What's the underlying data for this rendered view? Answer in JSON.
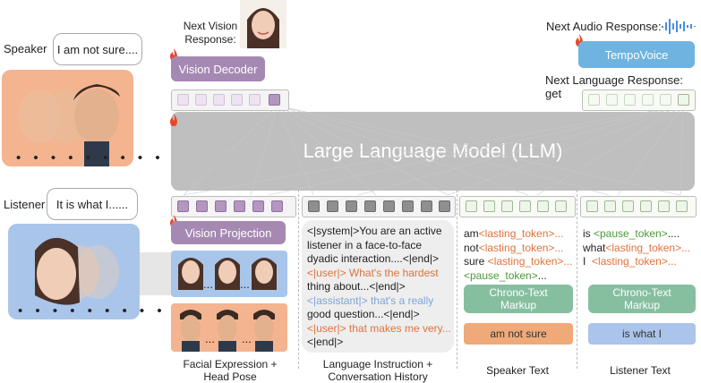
{
  "speaker": {
    "label": "Speaker",
    "bubble": "I am not sure...."
  },
  "listener": {
    "label": "Listener",
    "bubble": "It is what I......"
  },
  "vision": {
    "next_label_line1": "Next Vision",
    "next_label_line2": "Response:",
    "decoder": "Vision Decoder",
    "projection": "Vision Projection",
    "caption_line1": "Facial Expression +",
    "caption_line2": "Head Pose"
  },
  "llm": {
    "label": "Large Language Model (LLM)"
  },
  "audio": {
    "next_label": "Next Audio Response:",
    "module": "TempoVoice"
  },
  "language": {
    "next_label": "Next Language Response: get"
  },
  "instruction": {
    "lines": [
      "<|system|>You are an active",
      "listener in a face-to-face",
      "dyadic interaction....<|end|>",
      "<|user|> What's the hardest",
      "thing about...<|end|>",
      "<|assistant|> that's a really",
      "good question...<|end|>",
      "<|user|> that makes me very...",
      "<|end|>"
    ],
    "caption_line1": "Language Instruction +",
    "caption_line2": "Conversation History"
  },
  "speaker_text": {
    "line1_word": "am",
    "line1_token": "<lasting_token>...",
    "line2_word": "not",
    "line2_token": "<lasting_token>...",
    "line3_word": "sure ",
    "line3_token": "<lasting_token>...",
    "line4_token": "<pause_token>",
    "line4_tail": "...",
    "markup_line1": "Chrono-Text",
    "markup_line2": "Markup",
    "output": "am not sure",
    "caption": "Speaker Text"
  },
  "listener_text": {
    "line1_word": "is ",
    "line1_token": "<pause_token>",
    "line1_tail": "....",
    "line2_word": "what",
    "line2_token": "<lasting_token>...",
    "line3_word": "I  ",
    "line3_token": "<lasting_token>...",
    "markup_line1": "Chrono-Text",
    "markup_line2": "Markup",
    "output": "is what I",
    "caption": "Listener Text"
  },
  "frames_ellipsis": "...",
  "colors": {
    "vision": "#a689b3",
    "tempovoice": "#6fb3e0",
    "chrono": "#86bfa0",
    "speaker_output": "#f0a978",
    "listener_output": "#aac4ea",
    "llm": "#bfbfbf",
    "fire": "#e8472a"
  }
}
